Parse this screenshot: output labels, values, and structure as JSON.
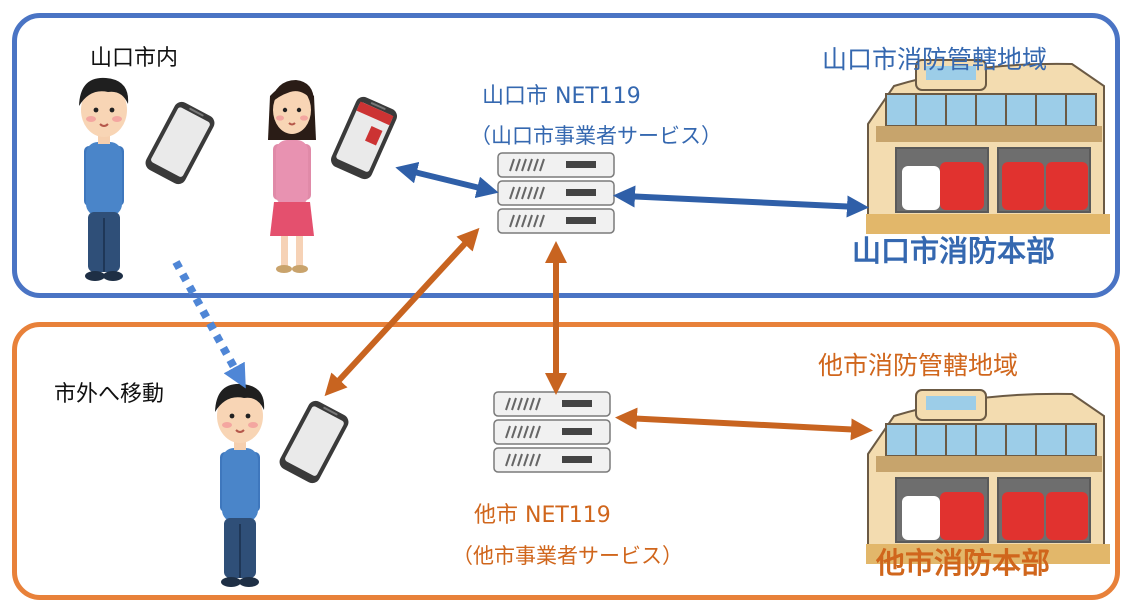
{
  "top_region": {
    "area_label": "山口市消防管轄地域",
    "residents_label": "山口市内",
    "server_name": "山口市 NET119",
    "server_service": "（山口市事業者サービス）",
    "fire_hq": "山口市消防本部"
  },
  "bottom_region": {
    "area_label": "他市消防管轄地域",
    "move_label": "市外へ移動",
    "server_name": "他市 NET119",
    "server_service": "（他市事業者サービス）",
    "fire_hq": "他市消防本部"
  },
  "colors": {
    "top_accent": "#4a74c4",
    "bottom_accent": "#e8813a",
    "top_text": "#3568b0",
    "bottom_text": "#d0661c"
  },
  "icons": [
    "person-man-icon",
    "person-woman-icon",
    "smartphone-icon",
    "server-icon",
    "fire-station-icon",
    "dotted-arrow-icon",
    "double-arrow-icon"
  ]
}
